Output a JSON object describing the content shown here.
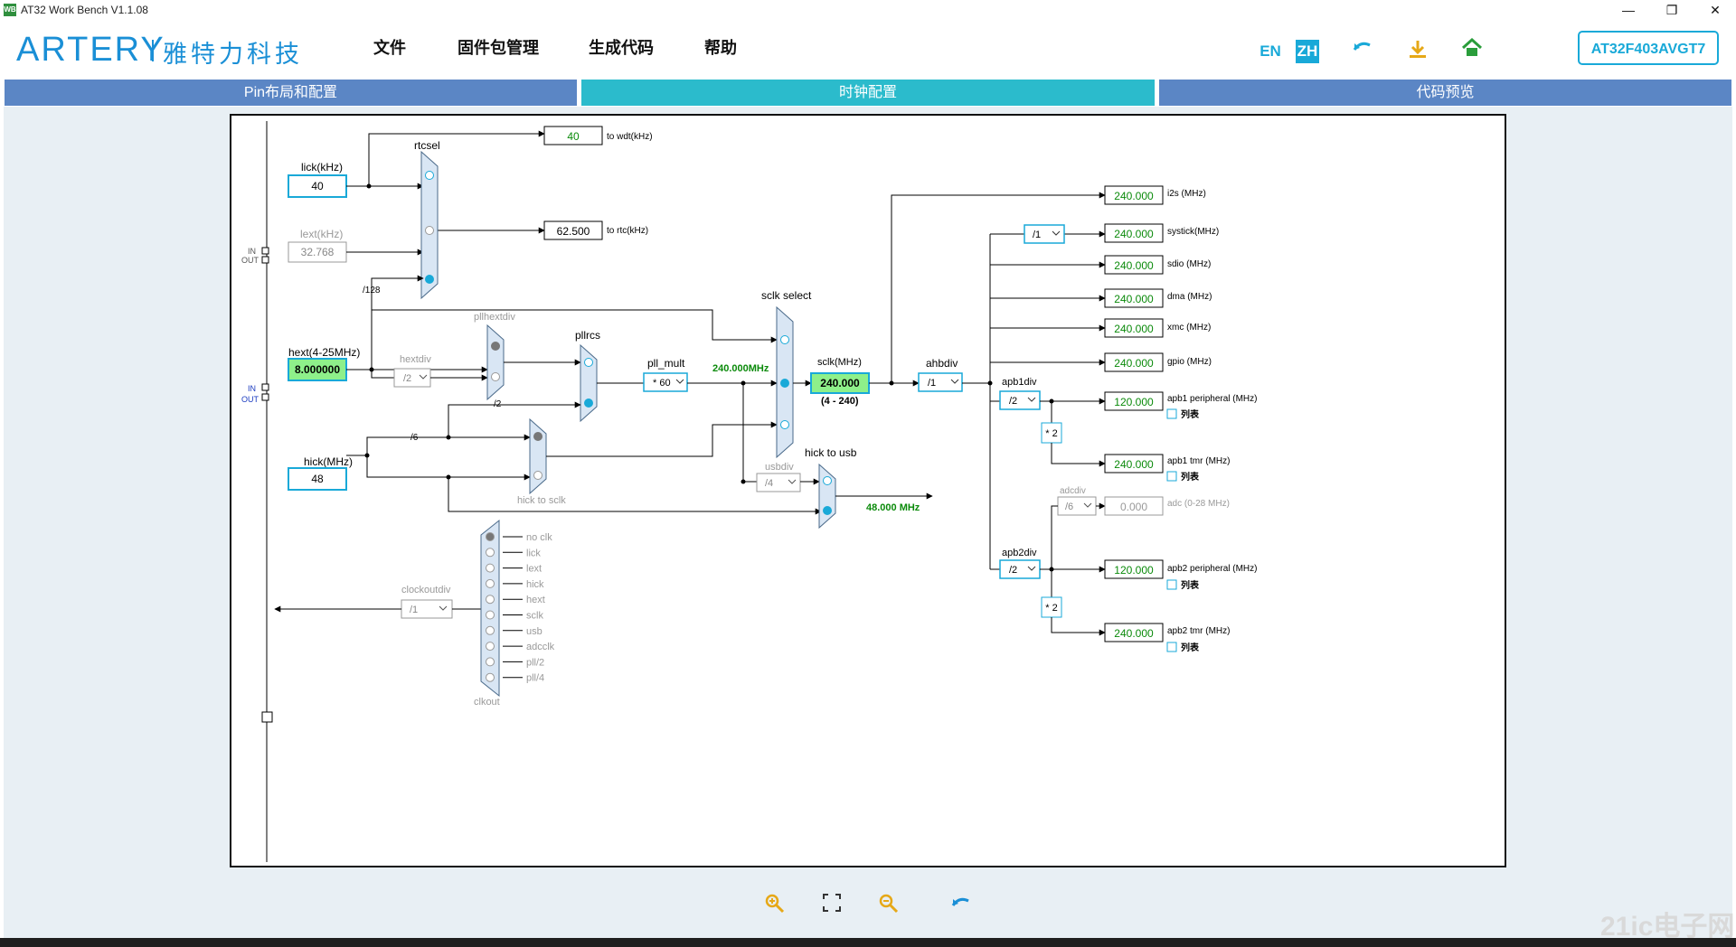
{
  "window": {
    "title": "AT32 Work Bench V1.1.08",
    "app_icon": "WB",
    "minimize": "—",
    "restore": "❐",
    "close": "✕"
  },
  "header": {
    "logo": "ARTERY",
    "logo_cn": "雅特力科技",
    "menu": [
      "文件",
      "固件包管理",
      "生成代码",
      "帮助"
    ],
    "lang_en": "EN",
    "lang_zh": "ZH",
    "chip": "AT32F403AVGT7"
  },
  "tabs": [
    {
      "label": "Pin布局和配置",
      "active": false
    },
    {
      "label": "时钟配置",
      "active": true
    },
    {
      "label": "代码预览",
      "active": false
    }
  ],
  "colors": {
    "tab_inactive": "#5b86c5",
    "tab_active": "#2bbbcc",
    "accent": "#19a9d8",
    "value_green": "#0a8a0a",
    "freq_bg": "#8ef08a",
    "mux_fill": "#d9e6f4"
  },
  "clock": {
    "lick_label": "lick(kHz)",
    "lick_value": "40",
    "lext_label": "lext(kHz)",
    "lext_value": "32.768",
    "hext_label": "hext(4-25MHz)",
    "hext_value": "8.000000",
    "hick_label": "hick(MHz)",
    "hick_value": "48",
    "in_label": "IN",
    "out_label": "OUT",
    "rtcsel_label": "rtcsel",
    "wdt_value": "40",
    "wdt_label": "to wdt(kHz)",
    "rtc_value": "62.500",
    "rtc_label": "to rtc(kHz)",
    "div128": "/128",
    "hextdiv_label": "hextdiv",
    "hextdiv_value": "/2",
    "pllhextdiv_label": "pllhextdiv",
    "pllrcs_label": "pllrcs",
    "div2": "/2",
    "div6": "/6",
    "pll_mult_label": "pll_mult",
    "pll_mult_value": "* 60",
    "pll_freq": "240.000MHz",
    "sclk_select_label": "sclk select",
    "sclk_label": "sclk(MHz)",
    "sclk_value": "240.000",
    "sclk_range": "(4 - 240)",
    "hick_to_sclk": "hick to sclk",
    "hick_to_usb": "hick to usb",
    "usbdiv_label": "usbdiv",
    "usbdiv_value": "/4",
    "usb_freq": "48.000 MHz",
    "ahbdiv_label": "ahbdiv",
    "ahbdiv_value": "/1",
    "systick_div": "/1",
    "apb1div_label": "apb1div",
    "apb1div_value": "/2",
    "apb2div_label": "apb2div",
    "apb2div_value": "/2",
    "adcdiv_label": "adcdiv",
    "adcdiv_value": "/6",
    "mul2": "* 2",
    "list_label": "列表",
    "outputs": [
      {
        "value": "240.000",
        "label": "i2s (MHz)"
      },
      {
        "value": "240.000",
        "label": "systick(MHz)"
      },
      {
        "value": "240.000",
        "label": "sdio (MHz)"
      },
      {
        "value": "240.000",
        "label": "dma (MHz)"
      },
      {
        "value": "240.000",
        "label": "xmc (MHz)"
      },
      {
        "value": "240.000",
        "label": "gpio (MHz)"
      },
      {
        "value": "120.000",
        "label": "apb1 peripheral (MHz)"
      },
      {
        "value": "240.000",
        "label": "apb1 tmr (MHz)"
      },
      {
        "value": "0.000",
        "label": "adc (0-28 MHz)"
      },
      {
        "value": "120.000",
        "label": "apb2 peripheral (MHz)"
      },
      {
        "value": "240.000",
        "label": "apb2 tmr (MHz)"
      }
    ],
    "clockoutdiv_label": "clockoutdiv",
    "clockoutdiv_value": "/1",
    "clkout_label": "clkout",
    "clkout_options": [
      "no clk",
      "lick",
      "lext",
      "hick",
      "hext",
      "sclk",
      "usb",
      "adcclk",
      "pll/2",
      "pll/4"
    ]
  },
  "toolbar": {
    "zoom_in": "zoom-in",
    "fit": "fit",
    "zoom_out": "zoom-out",
    "reset": "reset"
  },
  "watermark": "21ic电子网"
}
